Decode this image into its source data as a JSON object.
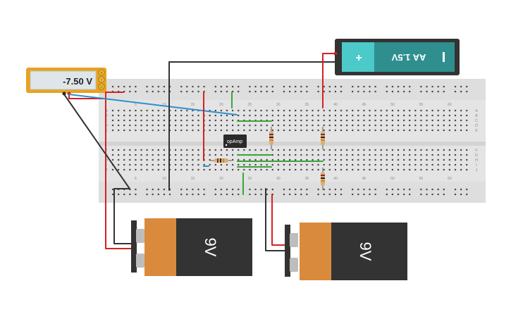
{
  "multimeter": {
    "reading": "-7.50 V",
    "mode_icons": [
      "A",
      "V",
      "Ω"
    ]
  },
  "aa_battery": {
    "label": "AA 1.5V",
    "plus_sign": "+",
    "minus_sign": "−"
  },
  "battery_left": {
    "label": "9V"
  },
  "battery_right": {
    "label": "9V"
  },
  "opamp": {
    "label": "opAmp"
  },
  "breadboard": {
    "columns_top": [
      "5",
      "10",
      "15",
      "20",
      "25",
      "30",
      "35",
      "40",
      "45",
      "50",
      "55",
      "60"
    ],
    "columns_bottom": [
      "5",
      "10",
      "15",
      "20",
      "25",
      "30",
      "35",
      "40",
      "45",
      "50",
      "55",
      "60"
    ],
    "rows_top": [
      "A",
      "B",
      "C",
      "D",
      "E"
    ],
    "rows_bottom": [
      "F",
      "G",
      "H",
      "I",
      "J"
    ]
  },
  "colors": {
    "board": "#e6e6e6",
    "wire_red": "#d92020",
    "wire_black": "#333333",
    "wire_green": "#3aa53a",
    "wire_blue": "#2f8fd0",
    "meter_frame": "#e8a21e",
    "battery_orange": "#d98a3d",
    "battery_dark": "#333333",
    "aa_teal": "#3dbfbf"
  }
}
